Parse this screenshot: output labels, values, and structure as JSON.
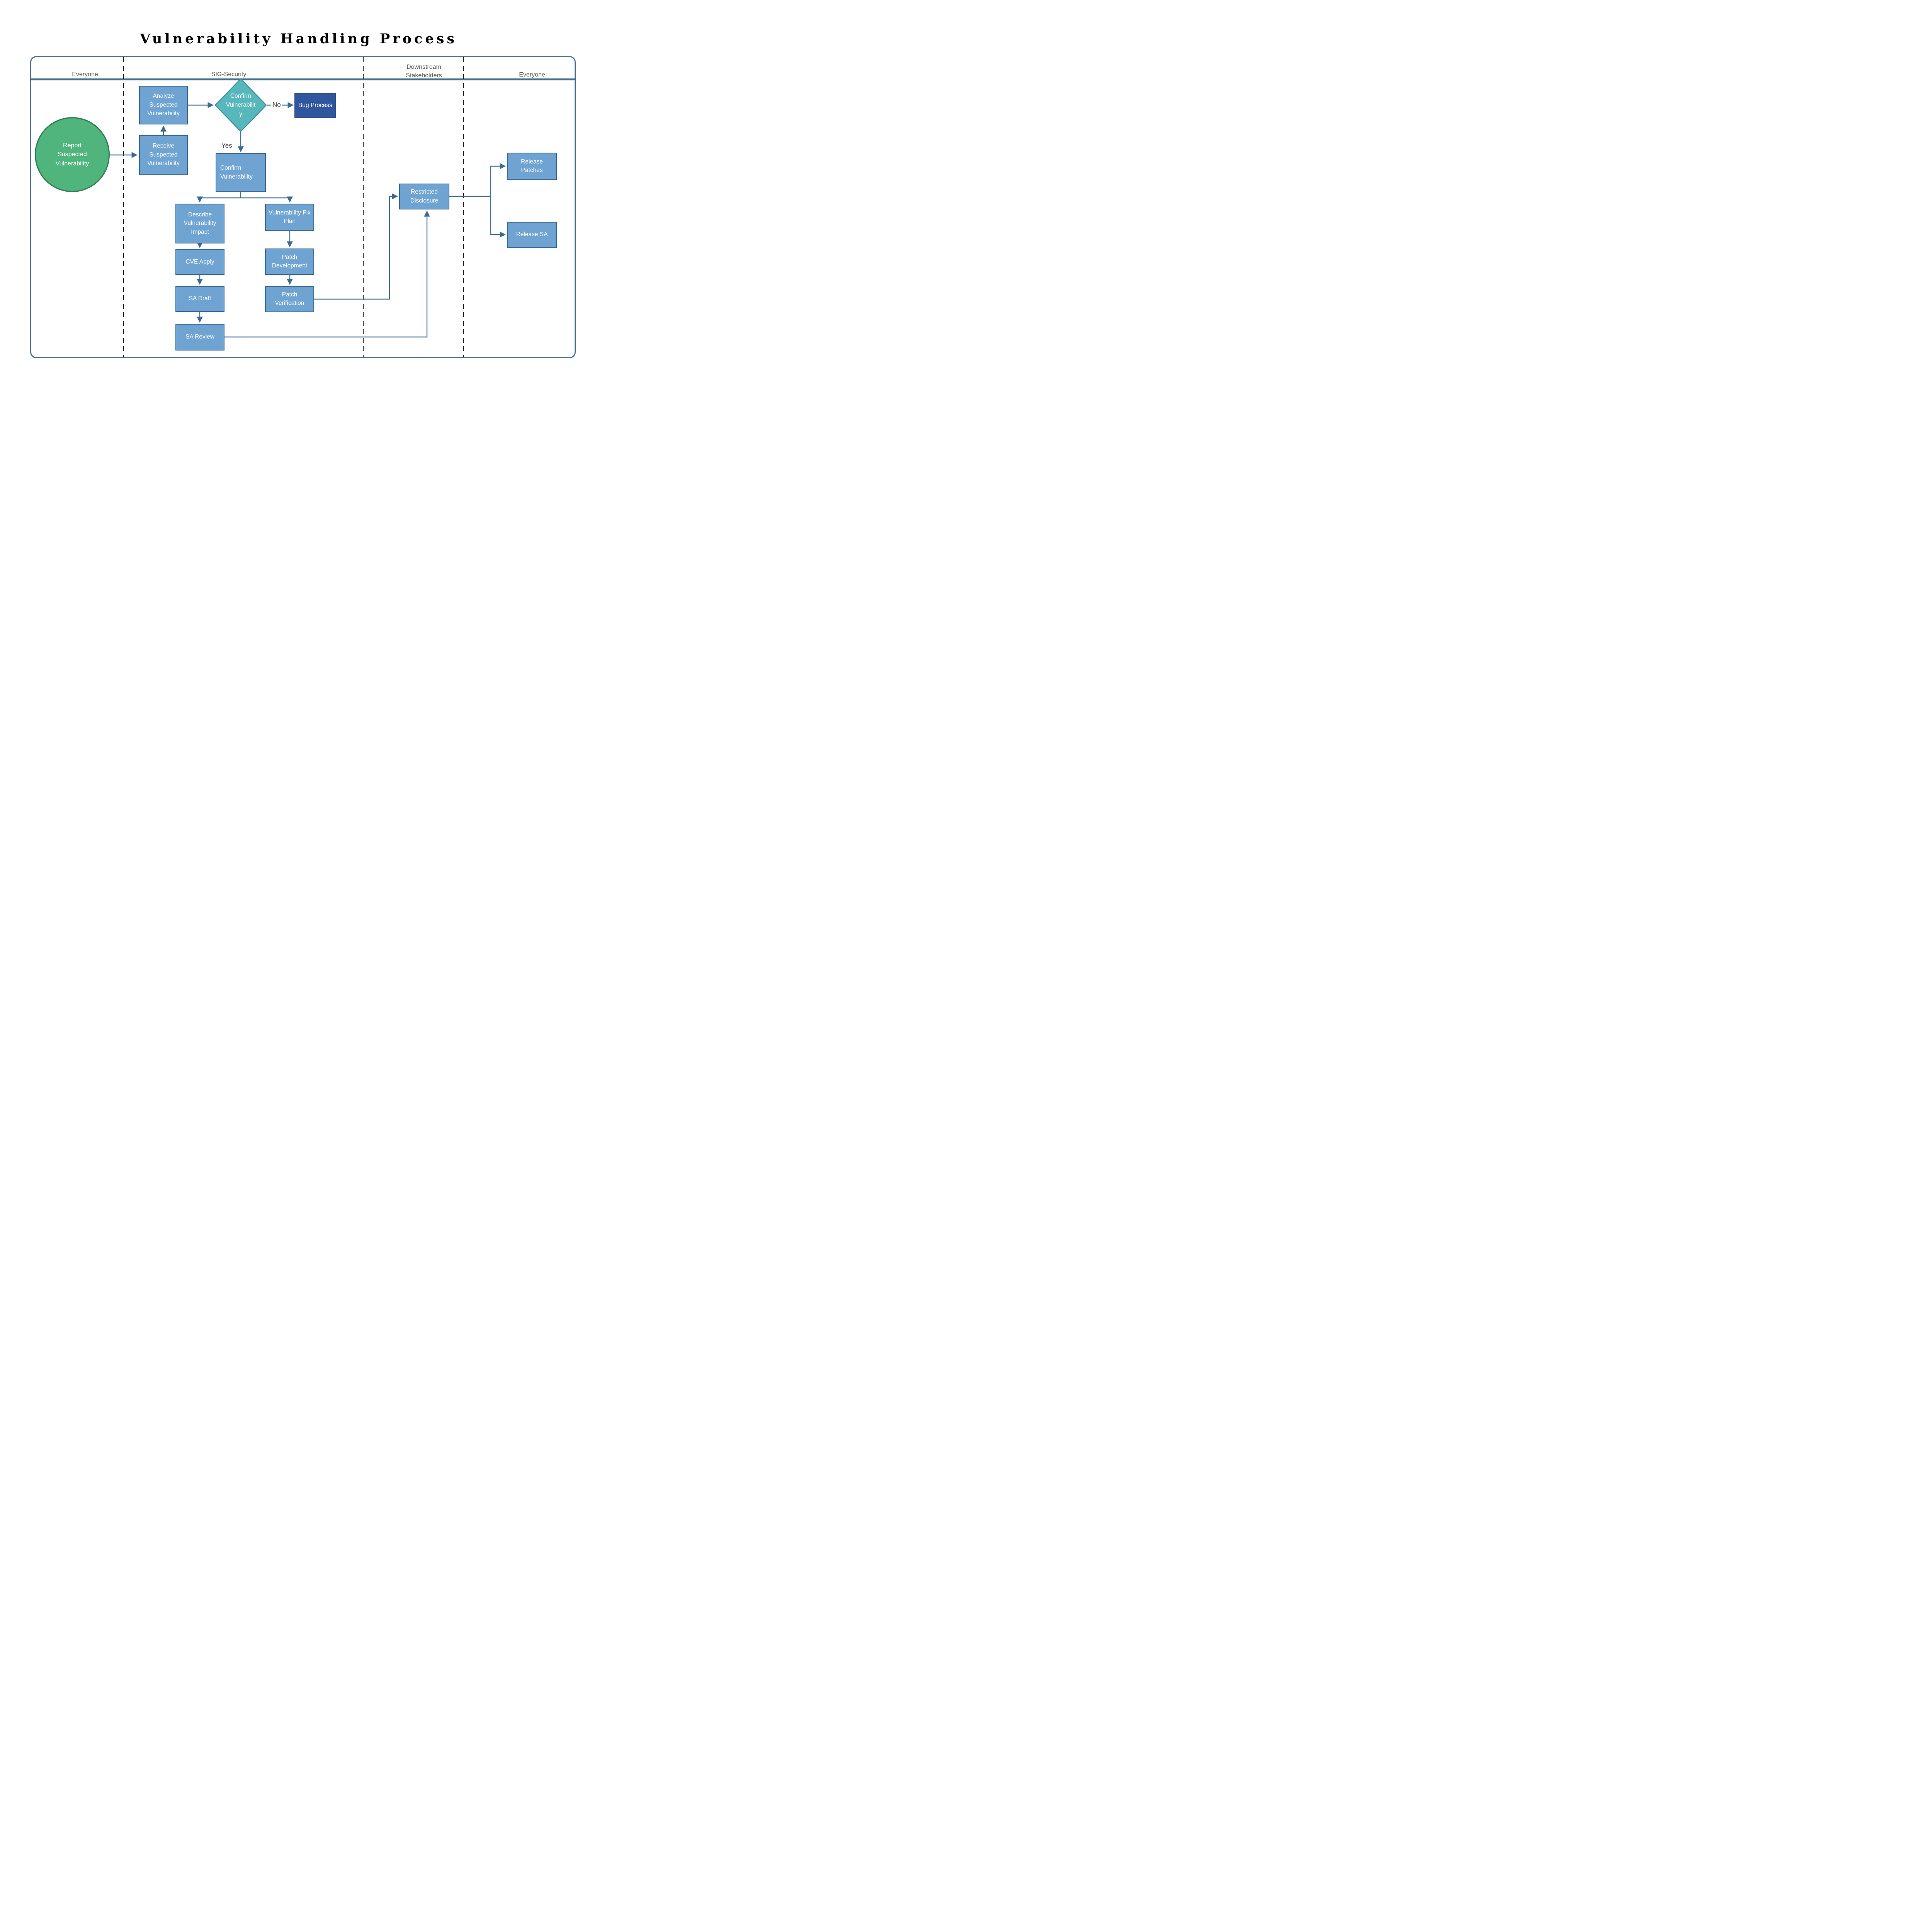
{
  "title": "Vulnerability Handling Process",
  "lanes": [
    {
      "label": "Everyone"
    },
    {
      "label": "SIG-Security"
    },
    {
      "label": "Downstream Stakeholders"
    },
    {
      "label": "Everyone"
    }
  ],
  "nodes": {
    "report": {
      "label": "Report Suspected Vulnerability",
      "shape": "circle"
    },
    "receive": {
      "label": "Receive Suspected Vulnerability",
      "shape": "process"
    },
    "analyze": {
      "label": "Analyze Suspected Vulnerability",
      "shape": "process"
    },
    "decision": {
      "label": "Confirm Vulnerability",
      "shape": "decision"
    },
    "bug": {
      "label": "Bug Process",
      "shape": "process-dark"
    },
    "confirm": {
      "label": "Confirm Vulnerability",
      "shape": "process"
    },
    "describe": {
      "label": "Describe Vulnerability Impact",
      "shape": "process"
    },
    "cve_apply": {
      "label": "CVE Apply",
      "shape": "process"
    },
    "sa_draft": {
      "label": "SA Draft",
      "shape": "process"
    },
    "sa_review": {
      "label": "SA Review",
      "shape": "process"
    },
    "fix_plan": {
      "label": "Vulnerability Fix Plan",
      "shape": "process"
    },
    "patch_dev": {
      "label": "Patch Development",
      "shape": "process"
    },
    "patch_verify": {
      "label": "Patch Verification",
      "shape": "process"
    },
    "restricted": {
      "label": "Restricted Disclosure",
      "shape": "process"
    },
    "release_patches": {
      "label": "Release Patches",
      "shape": "process"
    },
    "release_sa": {
      "label": "Release SA",
      "shape": "process"
    }
  },
  "edge_labels": {
    "no": "No",
    "yes": "Yes"
  },
  "colors": {
    "process_fill": "#6FA4D2",
    "process_border": "#3A6A94",
    "decision_fill": "#57B8BC",
    "decision_border": "#3E9099",
    "start_fill": "#50B47D",
    "start_border": "#2F7B53",
    "dark_fill": "#30569E",
    "dark_border": "#25437C",
    "connector": "#3C6A91",
    "frame_border": "#4A7496",
    "lane_label_text": "#595959",
    "edge_label_text": "#3D3D3D"
  }
}
